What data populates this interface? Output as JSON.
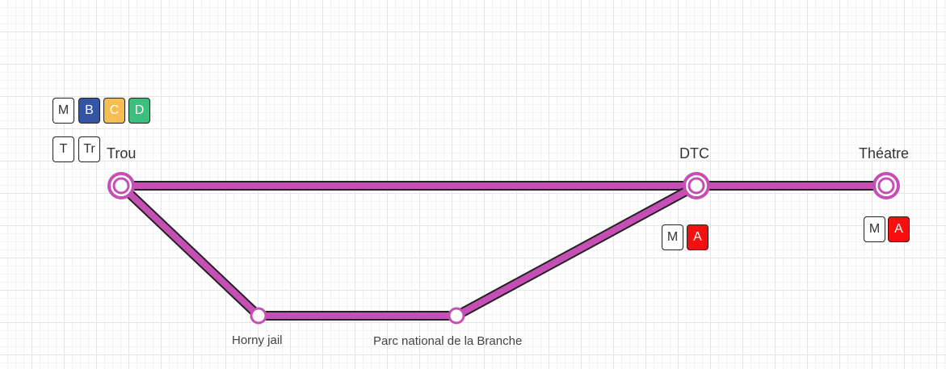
{
  "line_color": "#c64fb6",
  "stations": {
    "trou": "Trou",
    "dtc": "DTC",
    "theatre": "Théatre",
    "horny_jail": "Horny jail",
    "parc": "Parc national de la Branche"
  },
  "badges": {
    "trou_top": [
      {
        "text": "M",
        "bg": "#ffffff",
        "fg": "#333333"
      },
      {
        "text": "B",
        "bg": "#3554a4",
        "fg": "#ffffff"
      },
      {
        "text": "C",
        "bg": "#f6bd53",
        "fg": "#ffffff"
      },
      {
        "text": "D",
        "bg": "#3cbf7c",
        "fg": "#ffffff"
      }
    ],
    "trou_bottom": [
      {
        "text": "T",
        "bg": "#ffffff",
        "fg": "#333333"
      },
      {
        "text": "Tr",
        "bg": "#ffffff",
        "fg": "#333333"
      }
    ],
    "dtc": [
      {
        "text": "M",
        "bg": "#ffffff",
        "fg": "#333333"
      },
      {
        "text": "A",
        "bg": "#f50f0f",
        "fg": "#ffffff"
      }
    ],
    "theatre": [
      {
        "text": "M",
        "bg": "#ffffff",
        "fg": "#333333"
      },
      {
        "text": "A",
        "bg": "#f50f0f",
        "fg": "#ffffff"
      }
    ]
  }
}
